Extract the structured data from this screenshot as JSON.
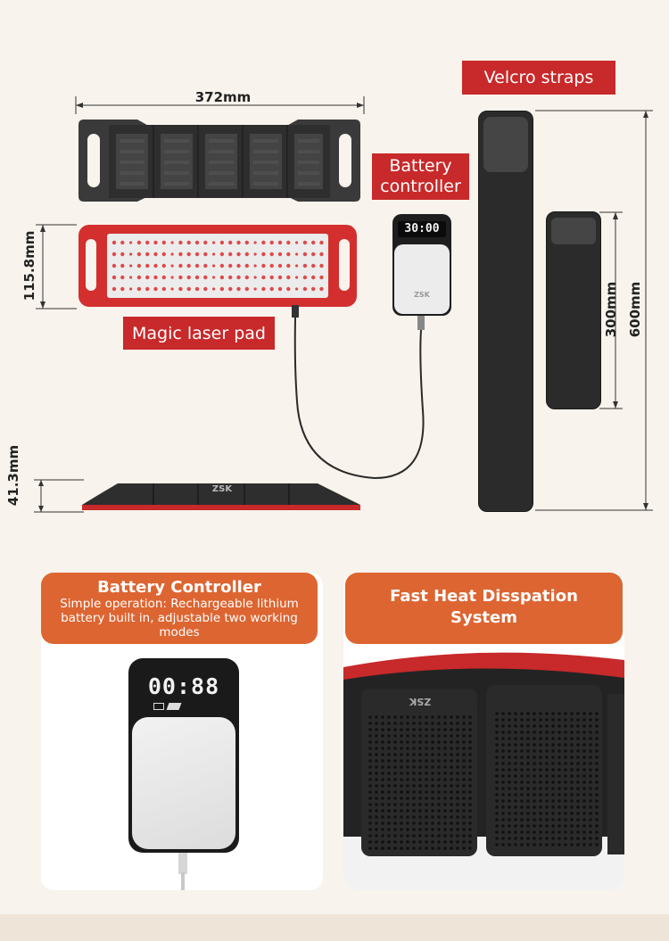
{
  "dimensions": {
    "pad_width": "372mm",
    "pad_height": "115.8mm",
    "pad_thickness": "41.3mm",
    "strap_long": "600mm",
    "strap_short": "300mm"
  },
  "labels": {
    "velcro_straps": "Velcro straps",
    "battery_controller": "Battery controller",
    "magic_laser_pad": "Magic laser pad"
  },
  "brand": {
    "logo_text": "ZSK"
  },
  "controller_display": {
    "small_time": "30:00",
    "large_time": "00:88"
  },
  "cards": {
    "battery": {
      "title": "Battery Controller",
      "description": "Simple operation: Rechargeable lithium battery built in, adjustable two working modes"
    },
    "heat": {
      "title": "Fast Heat Disspation System"
    }
  },
  "colors": {
    "tag_red": "#c8292a",
    "card_orange": "#dd6531",
    "pad_red": "#d32f2f",
    "device_black": "#2b2b2b",
    "background": "#f8f3ec"
  }
}
